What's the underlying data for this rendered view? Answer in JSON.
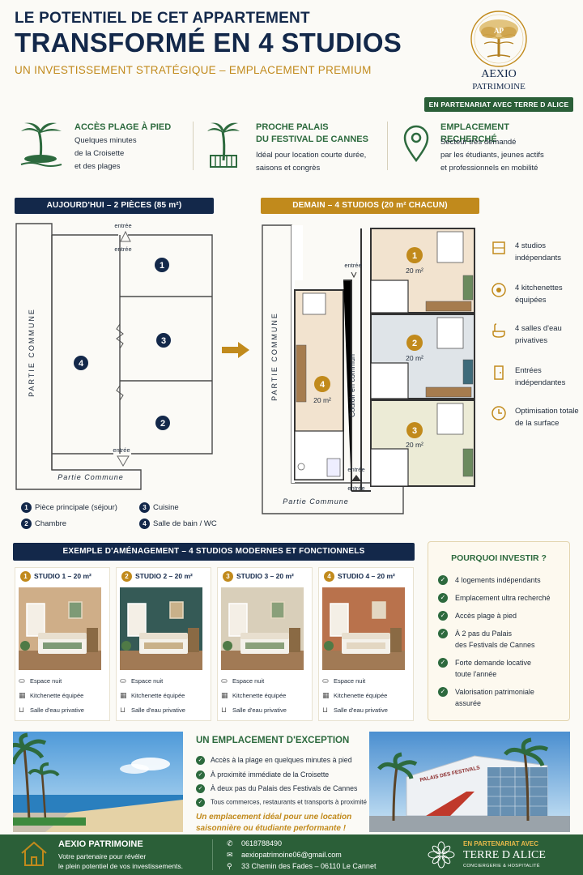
{
  "header": {
    "line1": "LE POTENTIEL DE CET APPARTEMENT",
    "line2": "TRANSFORMÉ EN 4 STUDIOS",
    "line3": "UN INVESTISSEMENT STRATÉGIQUE – EMPLACEMENT PREMIUM",
    "logo_initials": "AP",
    "logo_line1": "AEXIO",
    "logo_line2": "PATRIMOINE",
    "partner_badge": "EN PARTENARIAT AVEC TERRE D ALICE"
  },
  "features": [
    {
      "title1": "ACCÈS PLAGE À PIED",
      "title2": "",
      "lines": [
        "Quelques minutes",
        "de la Croisette",
        "et des plages"
      ],
      "icon": "palm-island-icon"
    },
    {
      "title1": "PROCHE PALAIS",
      "title2": "DU FESTIVAL DE CANNES",
      "lines": [
        "Idéal pour location courte durée,",
        "saisons et congrès"
      ],
      "icon": "palm-building-icon"
    },
    {
      "title1": "EMPLACEMENT RECHERCHÉ",
      "title2": "",
      "lines": [
        "Secteur très demandé",
        "par les étudiants, jeunes actifs",
        "et professionnels en mobilité"
      ],
      "icon": "location-pin-icon"
    }
  ],
  "plan_today": {
    "banner": "AUJOURD'HUI – 2 PIÈCES (85 m²)",
    "partie_commune_vertical": "PARTIE COMMUNE",
    "partie_commune_bottom": "Partie Commune",
    "entree": "entrée",
    "rooms": [
      "1",
      "2",
      "3",
      "4"
    ]
  },
  "plan_tomorrow": {
    "banner": "DEMAIN – 4 STUDIOS (20 m² CHACUN)",
    "partie_commune_vertical": "PARTIE COMMUNE",
    "partie_commune_bottom": "Partie Commune",
    "couloir": "Couloir en commun",
    "entree": "entrée",
    "surface": "20 m²",
    "rooms": [
      "1",
      "2",
      "3",
      "4"
    ]
  },
  "legend": [
    {
      "num": "1",
      "label": "Pièce principale (séjour)"
    },
    {
      "num": "2",
      "label": "Chambre"
    },
    {
      "num": "3",
      "label": "Cuisine"
    },
    {
      "num": "4",
      "label": "Salle de bain / WC"
    }
  ],
  "right_features": [
    {
      "icon": "studio-icon",
      "label": "4 studios indépendants"
    },
    {
      "icon": "kitchen-icon",
      "label": "4 kitchenettes équipées"
    },
    {
      "icon": "shower-icon",
      "label": "4 salles d'eau privatives"
    },
    {
      "icon": "door-icon",
      "label": "Entrées indépendantes"
    },
    {
      "icon": "clock-icon",
      "label": "Optimisation totale de la surface"
    }
  ],
  "examples": {
    "banner": "EXEMPLE D'AMÉNAGEMENT – 4 STUDIOS MODERNES ET FONCTIONNELS",
    "studios": [
      {
        "num": "1",
        "title": "STUDIO 1 – 20 m²",
        "wall": "#cfae88",
        "accent": "#7e9a76"
      },
      {
        "num": "2",
        "title": "STUDIO 2 – 20 m²",
        "wall": "#355a56",
        "accent": "#c9b18a"
      },
      {
        "num": "3",
        "title": "STUDIO 3 – 20 m²",
        "wall": "#d9cfba",
        "accent": "#8aa07a"
      },
      {
        "num": "4",
        "title": "STUDIO 4 – 20 m²",
        "wall": "#b9724c",
        "accent": "#e3d7c2"
      }
    ],
    "items": [
      "Espace nuit",
      "Kitchenette équipée",
      "Salle d'eau privative"
    ]
  },
  "why": {
    "title": "POURQUOI INVESTIR ?",
    "items": [
      [
        "4 logements indépendants"
      ],
      [
        "Emplacement ultra recherché"
      ],
      [
        "Accès plage à pied"
      ],
      [
        "À 2 pas du Palais",
        "des Festivals de Cannes"
      ],
      [
        "Forte demande locative",
        "toute l'année"
      ],
      [
        "Valorisation patrimoniale",
        "assurée"
      ]
    ]
  },
  "emplacement": {
    "title": "UN EMPLACEMENT D'EXCEPTION",
    "items": [
      "Accès à la plage en quelques minutes à pied",
      "À proximité immédiate de la Croisette",
      "À deux pas du Palais des Festivals de Cannes",
      "Tous commerces, restaurants et transports à proximité"
    ],
    "quote1": "Un emplacement idéal pour une location",
    "quote2": "saisonnière ou étudiante performante !",
    "palais_sign": "PALAIS DES FESTIVALS"
  },
  "footer": {
    "brand": "AEXIO PATRIMOINE",
    "tag1": "Votre partenaire pour révéler",
    "tag2": "le plein potentiel de vos investissements.",
    "phone": "0618788490",
    "email": "aexiopatrimoine06@gmail.com",
    "address": "33 Chemin des Fades – 06110 Le Cannet",
    "partner_label": "EN PARTENARIAT AVEC",
    "partner_name": "TERRE D ALICE",
    "partner_sub": "CONCIERGERIE & HOSPITALITÉ"
  },
  "colors": {
    "navy": "#13284a",
    "gold": "#c18a1c",
    "green": "#2b5f38"
  }
}
